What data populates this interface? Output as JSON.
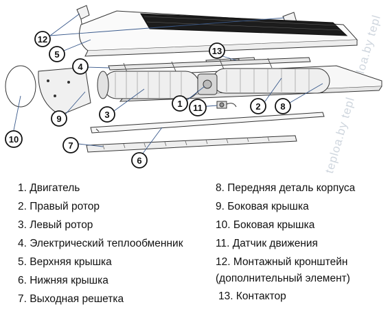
{
  "watermark": "teploa.by tepl",
  "callouts": [
    {
      "id": "12",
      "label": "12"
    },
    {
      "id": "5",
      "label": "5"
    },
    {
      "id": "13",
      "label": "13"
    },
    {
      "id": "4",
      "label": "4"
    },
    {
      "id": "9",
      "label": "9"
    },
    {
      "id": "3",
      "label": "3"
    },
    {
      "id": "1",
      "label": "1"
    },
    {
      "id": "11",
      "label": "11"
    },
    {
      "id": "2",
      "label": "2"
    },
    {
      "id": "8",
      "label": "8"
    },
    {
      "id": "10",
      "label": "10"
    },
    {
      "id": "7",
      "label": "7"
    },
    {
      "id": "6",
      "label": "6"
    }
  ],
  "legend": {
    "left": [
      "1. Двигатель",
      "2. Правый ротор",
      "3. Левый ротор",
      "4. Электрический теплообменник",
      "5. Верхняя крышка",
      "6. Нижняя крышка",
      "7. Выходная решетка"
    ],
    "right": [
      "8. Передняя деталь корпуса",
      "9. Боковая крышка",
      "10. Боковая крышка",
      "11. Датчик движения",
      "12. Монтажный кронштейн",
      "(дополнительный элемент)",
      "13. Контактор"
    ]
  }
}
